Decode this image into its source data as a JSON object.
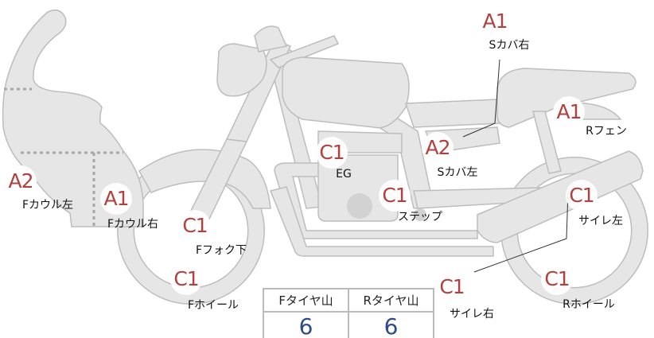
{
  "parts": [
    {
      "grade": "A2",
      "label": "Fカウル左"
    },
    {
      "grade": "A1",
      "label": "Fカウル右"
    },
    {
      "grade": "C1",
      "label": "Fフォク下"
    },
    {
      "grade": "C1",
      "label": "Fホイール"
    },
    {
      "grade": "C1",
      "label": "EG"
    },
    {
      "grade": "C1",
      "label": "ステップ"
    },
    {
      "grade": "A2",
      "label": "Sカバ左"
    },
    {
      "grade": "A1",
      "label": "Sカバ右"
    },
    {
      "grade": "A1",
      "label": "Rフェン"
    },
    {
      "grade": "C1",
      "label": "サイレ左"
    },
    {
      "grade": "C1",
      "label": "サイレ右"
    },
    {
      "grade": "C1",
      "label": "Rホイール"
    }
  ],
  "tires": {
    "front_header": "Fタイヤ山",
    "rear_header": "Rタイヤ山",
    "front_value": "6",
    "rear_value": "6"
  }
}
